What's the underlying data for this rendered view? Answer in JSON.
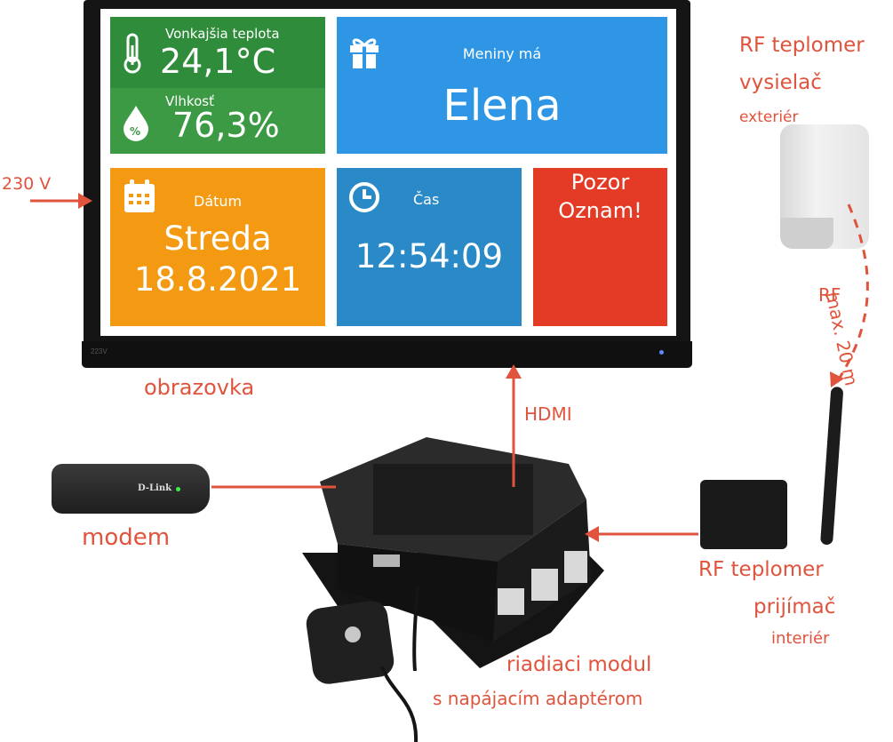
{
  "screen": {
    "outdoor_temp_label": "Vonkajšia teplota",
    "outdoor_temp_value": "24,1°C",
    "humidity_label": "Vlhkosť",
    "humidity_value": "76,3%",
    "nameday_label": "Meniny má",
    "nameday_value": "Elena",
    "date_label": "Dátum",
    "date_day": "Streda",
    "date_value": "18.8.2021",
    "time_label": "Čas",
    "time_value": "12:54:09",
    "notice_line1": "Pozor",
    "notice_line2": "Oznam!",
    "model_mark": "223V",
    "colors": {
      "temp": "#2f8c3a",
      "humidity": "#3c9a45",
      "nameday": "#2e96e4",
      "date": "#f39a12",
      "time": "#2a8ac8",
      "notice": "#e33b25"
    }
  },
  "labels": {
    "power": "230 V",
    "display": "obrazovka",
    "hdmi": "HDMI",
    "modem": "modem",
    "rf_tx_line1": "RF teplomer",
    "rf_tx_line2": "vysielač",
    "rf_tx_line3": "exteriér",
    "rf_range": "max. 20 m",
    "rf": "RF",
    "rf_rx_line1": "RF teplomer",
    "rf_rx_line2": "prijímač",
    "rf_rx_line3": "interiér",
    "controller_line1": "riadiaci modul",
    "controller_line2": "s napájacím adaptérom"
  },
  "devices": {
    "modem_brand": "D-Link"
  },
  "accent_color": "#e0533c"
}
